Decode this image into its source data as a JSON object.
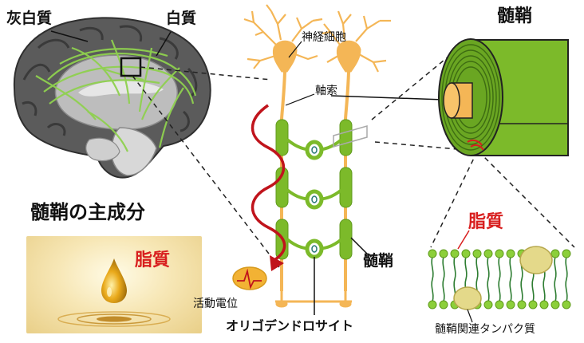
{
  "labels": {
    "gray_matter": "灰白質",
    "white_matter": "白質",
    "myelin_title": "髄鞘",
    "neuron_body": "神経細胞",
    "axon": "軸索",
    "main_component": "髄鞘の主成分",
    "lipid_oil": "脂質",
    "lipid_membrane": "脂質",
    "myelin_side": "髄鞘",
    "action_potential": "活動電位",
    "oligodendrocyte": "オリゴデンドロサイト",
    "myelin_protein": "髄鞘関連タンパク質"
  },
  "colors": {
    "accent_red": "#d81e1e",
    "myelin_green": "#7cba2a",
    "neuron_orange": "#f4b656",
    "brain_gray": "#5c5c5c"
  }
}
